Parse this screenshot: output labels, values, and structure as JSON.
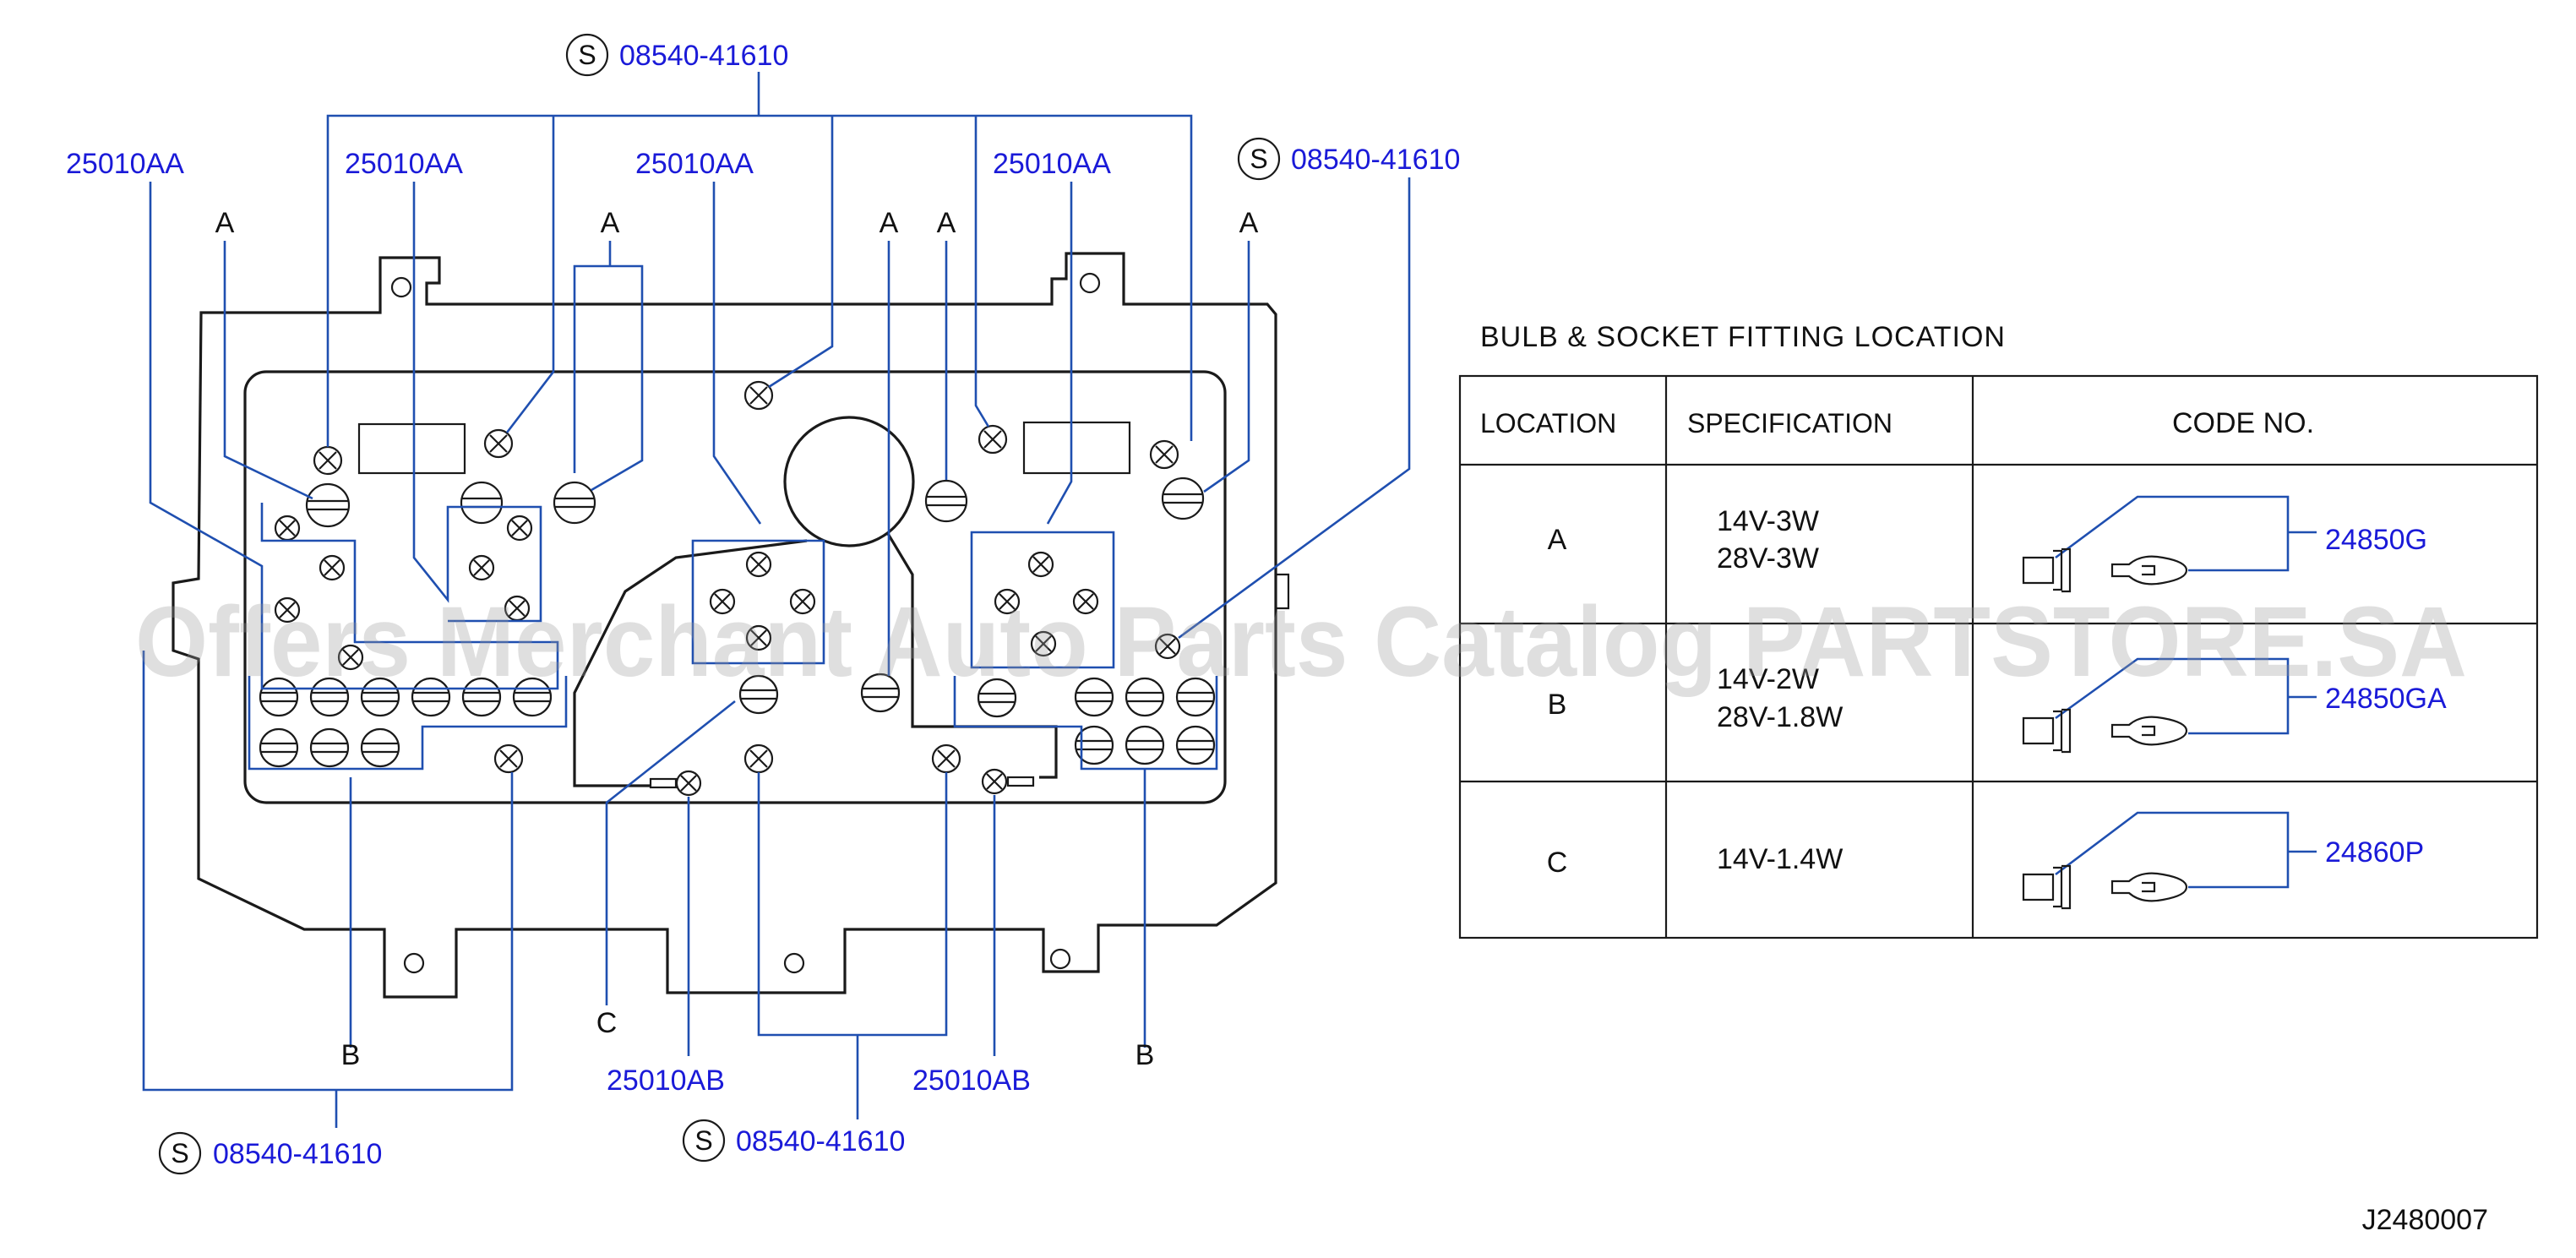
{
  "callouts": {
    "top_screw": "08540-41610",
    "right_screw": "08540-41610",
    "bottom_left_screw": "08540-41610",
    "bottom_mid_screw": "08540-41610",
    "socket_1": "25010AA",
    "socket_2": "25010AA",
    "socket_3": "25010AA",
    "socket_4": "25010AA",
    "socket_ab_1": "25010AB",
    "socket_ab_2": "25010AB",
    "screw_symbol": "S",
    "loc_a": "A",
    "loc_b": "B",
    "loc_c": "C"
  },
  "table": {
    "title": "BULB  &  SOCKET  FITTING  LOCATION",
    "headers": [
      "LOCATION",
      "SPECIFICATION",
      "CODE  NO."
    ],
    "rows": [
      {
        "location": "A",
        "spec_1": "14V-3W",
        "spec_2": "28V-3W",
        "code": "24850G"
      },
      {
        "location": "B",
        "spec_1": "14V-2W",
        "spec_2": "28V-1.8W",
        "code": "24850GA"
      },
      {
        "location": "C",
        "spec_1": "14V-1.4W",
        "spec_2": "",
        "code": "24860P"
      }
    ]
  },
  "diagram_id": "J2480007",
  "watermark": "Offers Merchant Auto Parts Catalog PARTSTORE.SA"
}
